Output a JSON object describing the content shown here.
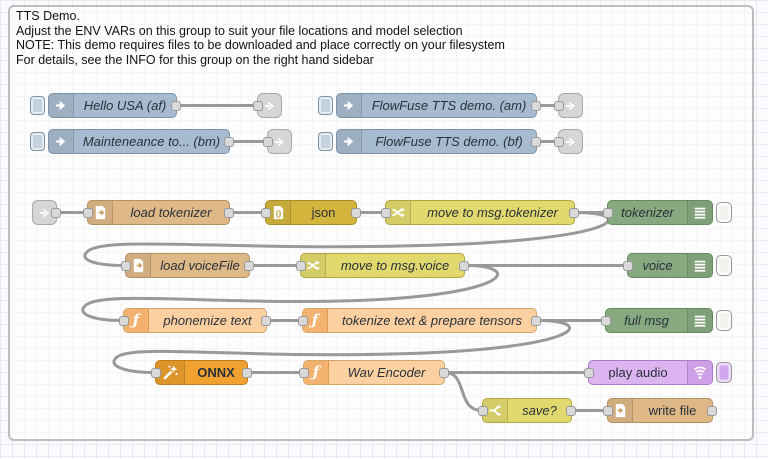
{
  "group": {
    "info_lines": [
      "TTS Demo.",
      "Adjust the ENV VARs on this group to suit your file locations and model selection",
      "NOTE: This demo requires files to be downloaded and place correctly on your filesystem",
      "For details, see the INFO for this group on the right hand sidebar"
    ]
  },
  "nodes": {
    "hello_usa": {
      "type": "inject",
      "label": "Hello USA (af)"
    },
    "maintenance": {
      "type": "inject",
      "label": "Mainteneance to... (bm)"
    },
    "flowfuse_am": {
      "type": "inject",
      "label": "FlowFuse TTS demo. (am)"
    },
    "flowfuse_bf": {
      "type": "inject",
      "label": "FlowFuse TTS demo. (bf)"
    },
    "load_tokenizer": {
      "type": "file-in",
      "label": "load tokenizer"
    },
    "json": {
      "type": "json",
      "label": "json"
    },
    "move_tokenizer": {
      "type": "change",
      "label": "move to msg.tokenizer"
    },
    "tokenizer_debug": {
      "type": "debug",
      "label": "tokenizer"
    },
    "load_voicefile": {
      "type": "file-in",
      "label": "load voiceFile"
    },
    "move_voice": {
      "type": "change",
      "label": "move to msg.voice"
    },
    "voice_debug": {
      "type": "debug",
      "label": "voice"
    },
    "phonemize": {
      "type": "function",
      "label": "phonemize text"
    },
    "tokenize": {
      "type": "function",
      "label": "tokenize text & prepare tensors"
    },
    "full_msg_debug": {
      "type": "debug",
      "label": "full msg"
    },
    "onnx": {
      "type": "onnx",
      "label": "ONNX"
    },
    "wav_encoder": {
      "type": "function",
      "label": "Wav Encoder"
    },
    "play_audio": {
      "type": "play-audio",
      "label": "play audio"
    },
    "save_switch": {
      "type": "switch",
      "label": "save?"
    },
    "write_file": {
      "type": "file-out",
      "label": "write file"
    }
  },
  "icons": {
    "inject": "arrow-right-icon",
    "link": "chevron-arrow-icon",
    "file": "document-page-icon",
    "json": "curly-braces-page-icon",
    "change": "shuffle-arrows-icon",
    "switch": "split-branch-icon",
    "debug": "message-lines-icon",
    "function": "italic-f-icon",
    "onnx": "magic-wand-icon",
    "play_audio": "sound-waves-icon"
  },
  "colors": {
    "inject": "#a6bbcf",
    "file": "#deb887",
    "json": "#d3b53e",
    "change": "#e2d96e",
    "debug": "#87a980",
    "function": "#fdd0a2",
    "onnx": "#f0a12f",
    "play": "#dcb4f0",
    "link": "#d6d6d6",
    "wire": "#999999"
  }
}
